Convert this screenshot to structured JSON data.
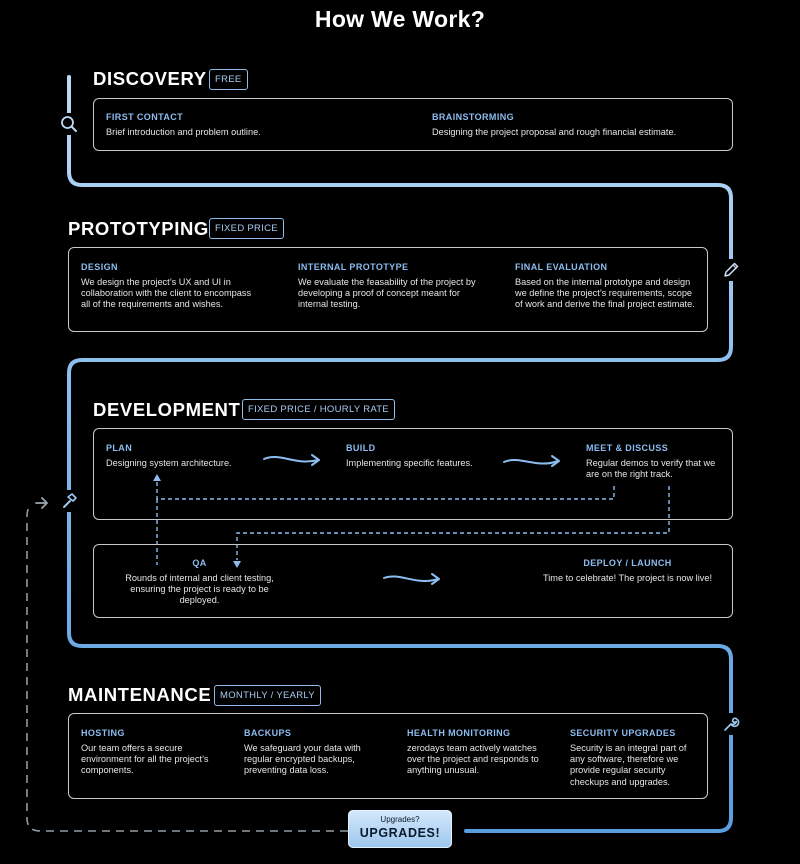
{
  "page": {
    "title": "How We Work?"
  },
  "discovery": {
    "title": "DISCOVERY",
    "tag": "FREE",
    "items": [
      {
        "heading": "FIRST CONTACT",
        "text": "Brief introduction and problem outline."
      },
      {
        "heading": "BRAINSTORMING",
        "text": "Designing the project proposal and rough financial estimate."
      }
    ]
  },
  "prototyping": {
    "title": "PROTOTYPING",
    "tag": "FIXED PRICE",
    "items": [
      {
        "heading": "DESIGN",
        "text": "We design the project’s UX and UI in collaboration with the client to encompass all of the requirements and wishes."
      },
      {
        "heading": "INTERNAL PROTOTYPE",
        "text": "We evaluate the feasability of the project by developing a proof of concept meant for internal testing."
      },
      {
        "heading": "FINAL EVALUATION",
        "text": "Based on the internal prototype and design we define the project’s requirements, scope of work and derive the final project estimate."
      }
    ]
  },
  "development": {
    "title": "DEVELOPMENT",
    "tag": "FIXED PRICE / HOURLY RATE",
    "items": [
      {
        "heading": "PLAN",
        "text": "Designing system architecture."
      },
      {
        "heading": "BUILD",
        "text": "Implementing specific features."
      },
      {
        "heading": "MEET & DISCUSS",
        "text": "Regular demos to verify that we are on the right track."
      },
      {
        "heading": "QA",
        "text": "Rounds of internal and client testing, ensuring the project is ready to be deployed."
      },
      {
        "heading": "DEPLOY / LAUNCH",
        "text": "Time to celebrate! The project is now live!"
      }
    ]
  },
  "maintenance": {
    "title": "MAINTENANCE",
    "tag": "MONTHLY / YEARLY",
    "items": [
      {
        "heading": "HOSTING",
        "text": "Our team offers a secure environment for all the project’s components."
      },
      {
        "heading": "BACKUPS",
        "text": "We safeguard your data with regular encrypted backups, preventing data loss."
      },
      {
        "heading": "HEALTH MONITORING",
        "text": "zerodays team actively watches over the project and responds to anything unusual."
      },
      {
        "heading": "SECURITY UPGRADES",
        "text": "Security is an integral part of any software, therefore we provide regular security checkups and upgrades."
      }
    ]
  },
  "upgrades": {
    "question": "Upgrades?",
    "label": "UPGRADES!"
  },
  "icons": {
    "discovery": "search-icon",
    "prototyping": "pencil-icon",
    "development": "hammer-icon",
    "maintenance": "wrench-icon",
    "loop": "arrow-right-icon",
    "flow_arrow": "wavy-arrow-icon"
  },
  "colors": {
    "background": "#000000",
    "accent": "#8cbcf0",
    "path_light": "#bcdaf6",
    "path_dark": "#5a9ee0",
    "tag_border": "#8fbbe8",
    "card_border": "#c9c9c9"
  }
}
